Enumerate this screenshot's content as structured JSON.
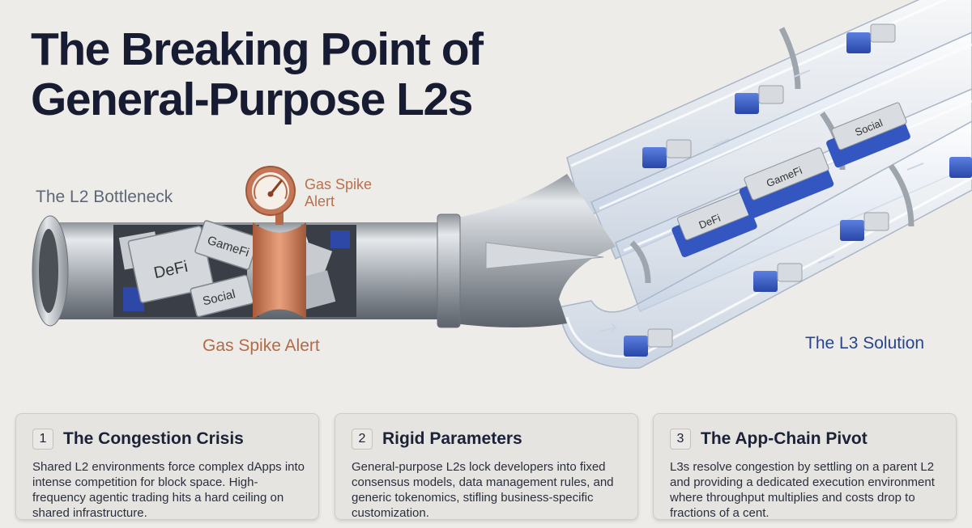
{
  "title": {
    "line1": "The Breaking Point of",
    "line2": "General-Purpose L2s"
  },
  "labels": {
    "bottleneck": "The L2 Bottleneck",
    "gas_spike_top": "Gas Spike Alert",
    "gas_spike_bottom": "Gas Spike Alert",
    "l3_solution": "The L3 Solution"
  },
  "bottleneck_blocks": {
    "defi": "DeFi",
    "gamefi": "GameFi",
    "social": "Social"
  },
  "l3_chips": {
    "defi": "DeFi",
    "gamefi": "GameFi",
    "social": "Social"
  },
  "cards": [
    {
      "number": "1",
      "title": "The Congestion Crisis",
      "body": "Shared L2 environments force complex dApps into intense competition for block space. High-frequency agentic trading hits a hard ceiling on shared infrastructure."
    },
    {
      "number": "2",
      "title": "Rigid Parameters",
      "body": "General-purpose L2s lock developers into fixed consensus models, data management rules, and generic tokenomics, stifling business-specific customization."
    },
    {
      "number": "3",
      "title": "The App-Chain Pivot",
      "body": "L3s resolve congestion by settling on a parent L2 and providing a dedicated execution environment where throughput multiplies and costs drop to fractions of a cent."
    }
  ],
  "colors": {
    "background": "#eeece8",
    "title": "#171c33",
    "gas_accent": "#b8714f",
    "l3_blue": "#28468f",
    "block_blue": "#3b5fc9"
  }
}
